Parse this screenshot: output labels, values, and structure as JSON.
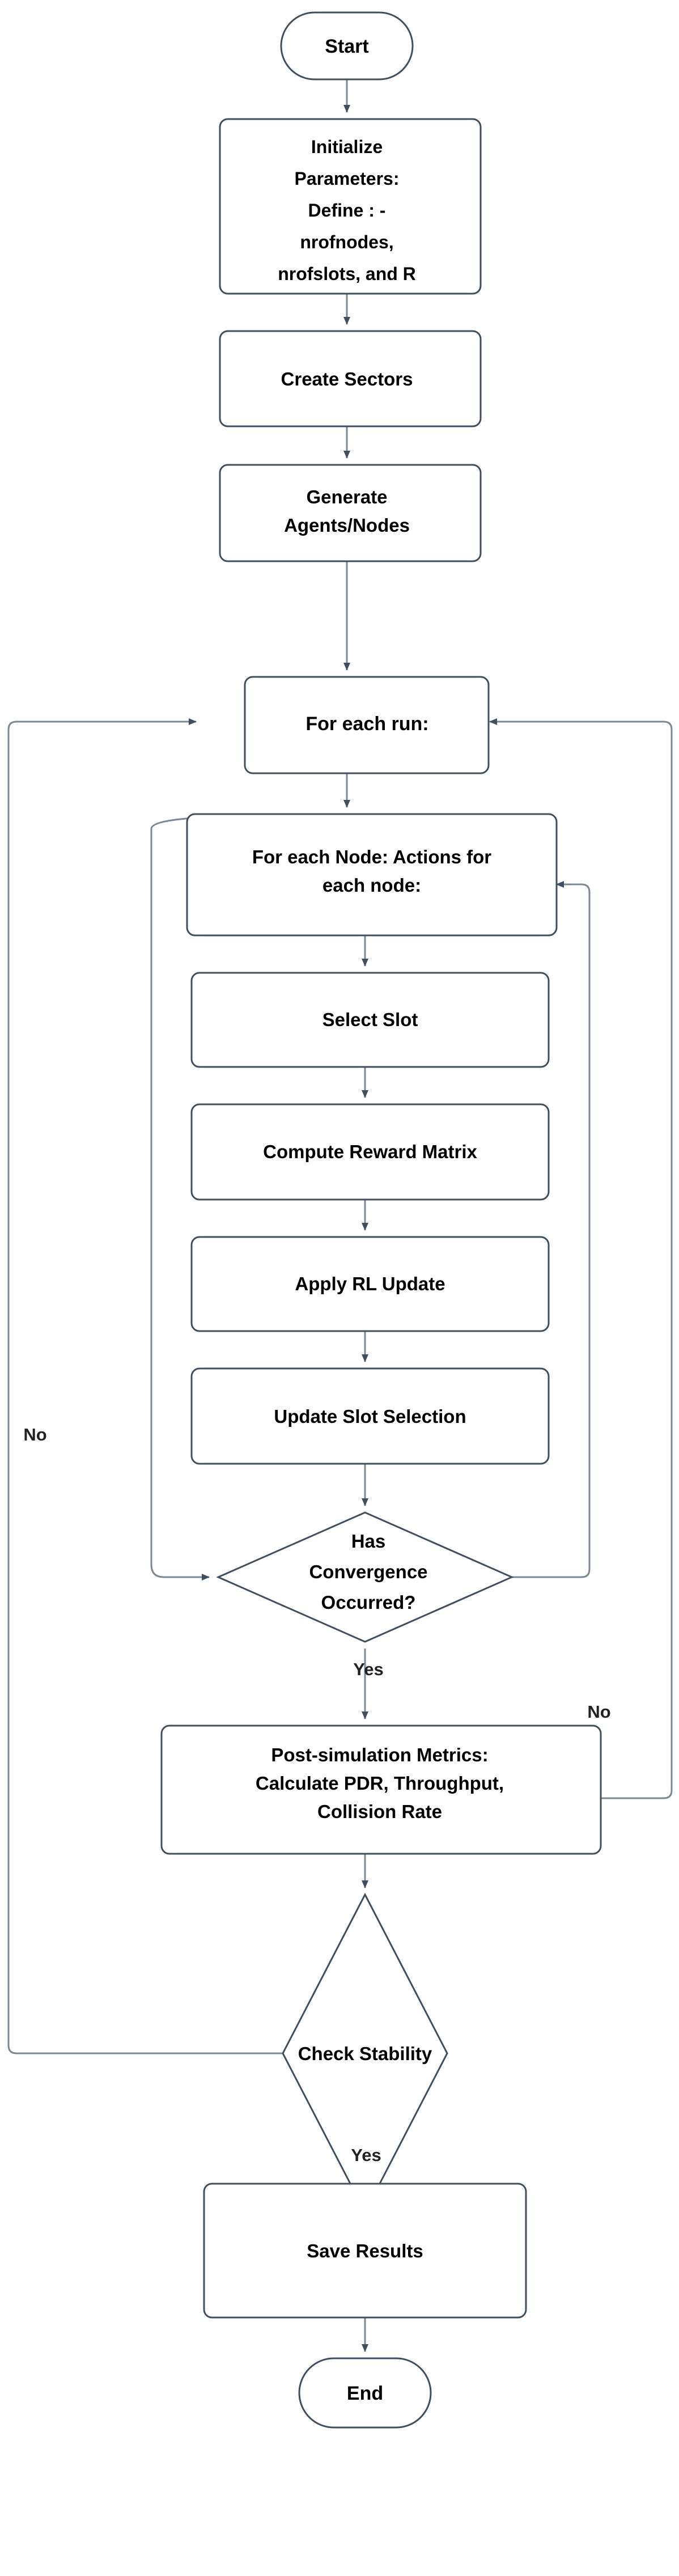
{
  "diagram": {
    "type": "flowchart",
    "title": "",
    "background_color": "#ffffff",
    "node_fill": "#ffffff",
    "node_stroke": "#404f5e",
    "edge_color": "#6c7a88",
    "arrowhead_color": "#404f5e",
    "text_color": "#000000",
    "nodes": {
      "start": {
        "id": "start",
        "shape": "stadium",
        "label": "Start"
      },
      "init": {
        "id": "init",
        "shape": "rounded-rect",
        "label": "Initialize Parameters: Define : - nrofnodes, nrofslots, and R",
        "lines": [
          "Initialize",
          "Parameters:",
          "Define : -",
          "nrofnodes,",
          "nrofslots, and R"
        ]
      },
      "sectors": {
        "id": "sectors",
        "shape": "rounded-rect",
        "label": "Create Sectors",
        "lines": [
          "Create Sectors"
        ]
      },
      "agents": {
        "id": "agents",
        "shape": "rounded-rect",
        "label": "Generate Agents/Nodes",
        "lines": [
          "Generate",
          "Agents/Nodes"
        ]
      },
      "each_run": {
        "id": "each_run",
        "shape": "rounded-rect",
        "label": "For each run:",
        "lines": [
          "For each run:"
        ]
      },
      "each_node": {
        "id": "each_node",
        "shape": "rounded-rect",
        "label": "For each Node: Actions for each node:",
        "lines": [
          "For each Node: Actions for",
          "each node:"
        ]
      },
      "select_slot": {
        "id": "select_slot",
        "shape": "rounded-rect",
        "label": "Select Slot",
        "lines": [
          "Select Slot"
        ]
      },
      "compute_reward": {
        "id": "compute_reward",
        "shape": "rounded-rect",
        "label": "Compute Reward Matrix",
        "lines": [
          "Compute Reward Matrix"
        ]
      },
      "apply_rl": {
        "id": "apply_rl",
        "shape": "rounded-rect",
        "label": "Apply RL Update",
        "lines": [
          "Apply RL Update"
        ]
      },
      "update_slot": {
        "id": "update_slot",
        "shape": "rounded-rect",
        "label": "Update Slot Selection",
        "lines": [
          "Update Slot Selection"
        ]
      },
      "convergence": {
        "id": "convergence",
        "shape": "diamond",
        "label": "Has Convergence Occurred?",
        "lines": [
          "Has",
          "Convergence",
          "Occurred?"
        ]
      },
      "metrics": {
        "id": "metrics",
        "shape": "rounded-rect",
        "label": "Post-simulation Metrics: Calculate PDR, Throughput, Collision Rate",
        "lines": [
          "Post-simulation Metrics:",
          "Calculate PDR, Throughput,",
          "Collision Rate"
        ]
      },
      "stability": {
        "id": "stability",
        "shape": "diamond",
        "label": "Check Stability",
        "lines": [
          "Check Stability"
        ]
      },
      "save": {
        "id": "save",
        "shape": "rounded-rect",
        "label": "Save Results",
        "lines": [
          "Save Results"
        ]
      },
      "end": {
        "id": "end",
        "shape": "stadium",
        "label": "End"
      }
    },
    "edge_labels": {
      "convergence_no": "No",
      "convergence_yes": "Yes",
      "stability_no": "No",
      "stability_yes": "Yes"
    },
    "edges": [
      {
        "from": "start",
        "to": "init",
        "label": ""
      },
      {
        "from": "init",
        "to": "sectors",
        "label": ""
      },
      {
        "from": "sectors",
        "to": "agents",
        "label": ""
      },
      {
        "from": "agents",
        "to": "each_run",
        "label": ""
      },
      {
        "from": "each_run",
        "to": "each_node",
        "label": ""
      },
      {
        "from": "each_node",
        "to": "select_slot",
        "label": ""
      },
      {
        "from": "select_slot",
        "to": "compute_reward",
        "label": ""
      },
      {
        "from": "compute_reward",
        "to": "apply_rl",
        "label": ""
      },
      {
        "from": "apply_rl",
        "to": "update_slot",
        "label": ""
      },
      {
        "from": "update_slot",
        "to": "convergence",
        "label": ""
      },
      {
        "from": "convergence",
        "to": "each_node",
        "label": "No"
      },
      {
        "from": "convergence",
        "to": "metrics",
        "label": "Yes"
      },
      {
        "from": "metrics",
        "to": "each_run",
        "label": ""
      },
      {
        "from": "metrics",
        "to": "stability",
        "label": ""
      },
      {
        "from": "stability",
        "to": "each_run",
        "label": "No"
      },
      {
        "from": "stability",
        "to": "save",
        "label": "Yes"
      },
      {
        "from": "save",
        "to": "end",
        "label": ""
      }
    ]
  }
}
